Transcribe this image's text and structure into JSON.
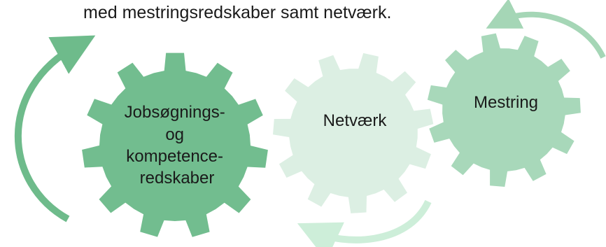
{
  "intro_text": "med mestringsredskaber samt netværk.",
  "colors": {
    "gear_dark": "#72bd8f",
    "gear_light": "#dcefe3",
    "gear_mid": "#a8d8ba",
    "arrow_dark": "#6ebb8b",
    "arrow_light": "#cdeed9",
    "arrow_mid": "#a5d6b6",
    "text": "#1a1a1a"
  },
  "gears": [
    {
      "id": "jobsoegning",
      "label_lines": [
        "Jobsøgnings-",
        "og",
        "kompetence-",
        "redskaber"
      ]
    },
    {
      "id": "netvaerk",
      "label_lines": [
        "Netværk"
      ]
    },
    {
      "id": "mestring",
      "label_lines": [
        "Mestring"
      ]
    }
  ]
}
